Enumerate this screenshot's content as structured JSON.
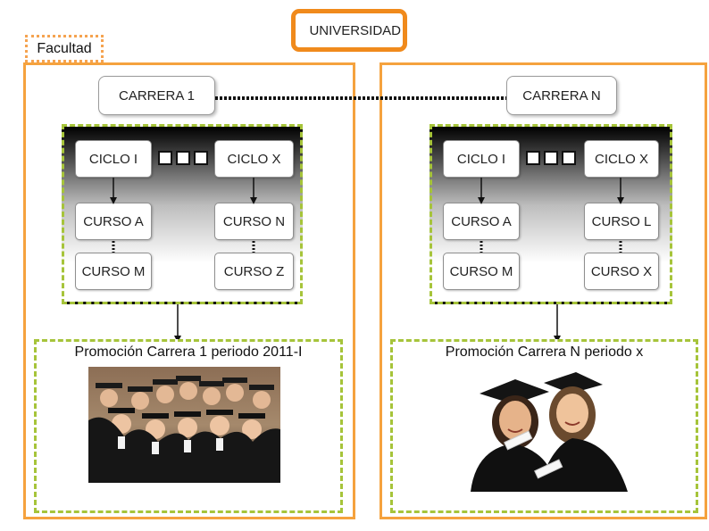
{
  "header": {
    "university": "UNIVERSIDAD",
    "faculty": "Facultad"
  },
  "left": {
    "career": "CARRERA 1",
    "cycle_first": "CICLO I",
    "cycle_last": "CICLO X",
    "course_a": "CURSO A",
    "course_m": "CURSO M",
    "course_n": "CURSO N",
    "course_z": "CURSO Z",
    "promotion": "Promoción Carrera 1 periodo 2011-I"
  },
  "right": {
    "career": "CARRERA N",
    "cycle_first": "CICLO I",
    "cycle_last": "CICLO X",
    "course_a": "CURSO A",
    "course_m": "CURSO M",
    "course_l": "CURSO L",
    "course_x": "CURSO X",
    "promotion": "Promoción Carrera N periodo x"
  },
  "colors": {
    "accent_orange": "#f08a1c",
    "dashed_green": "#a6c43a"
  }
}
